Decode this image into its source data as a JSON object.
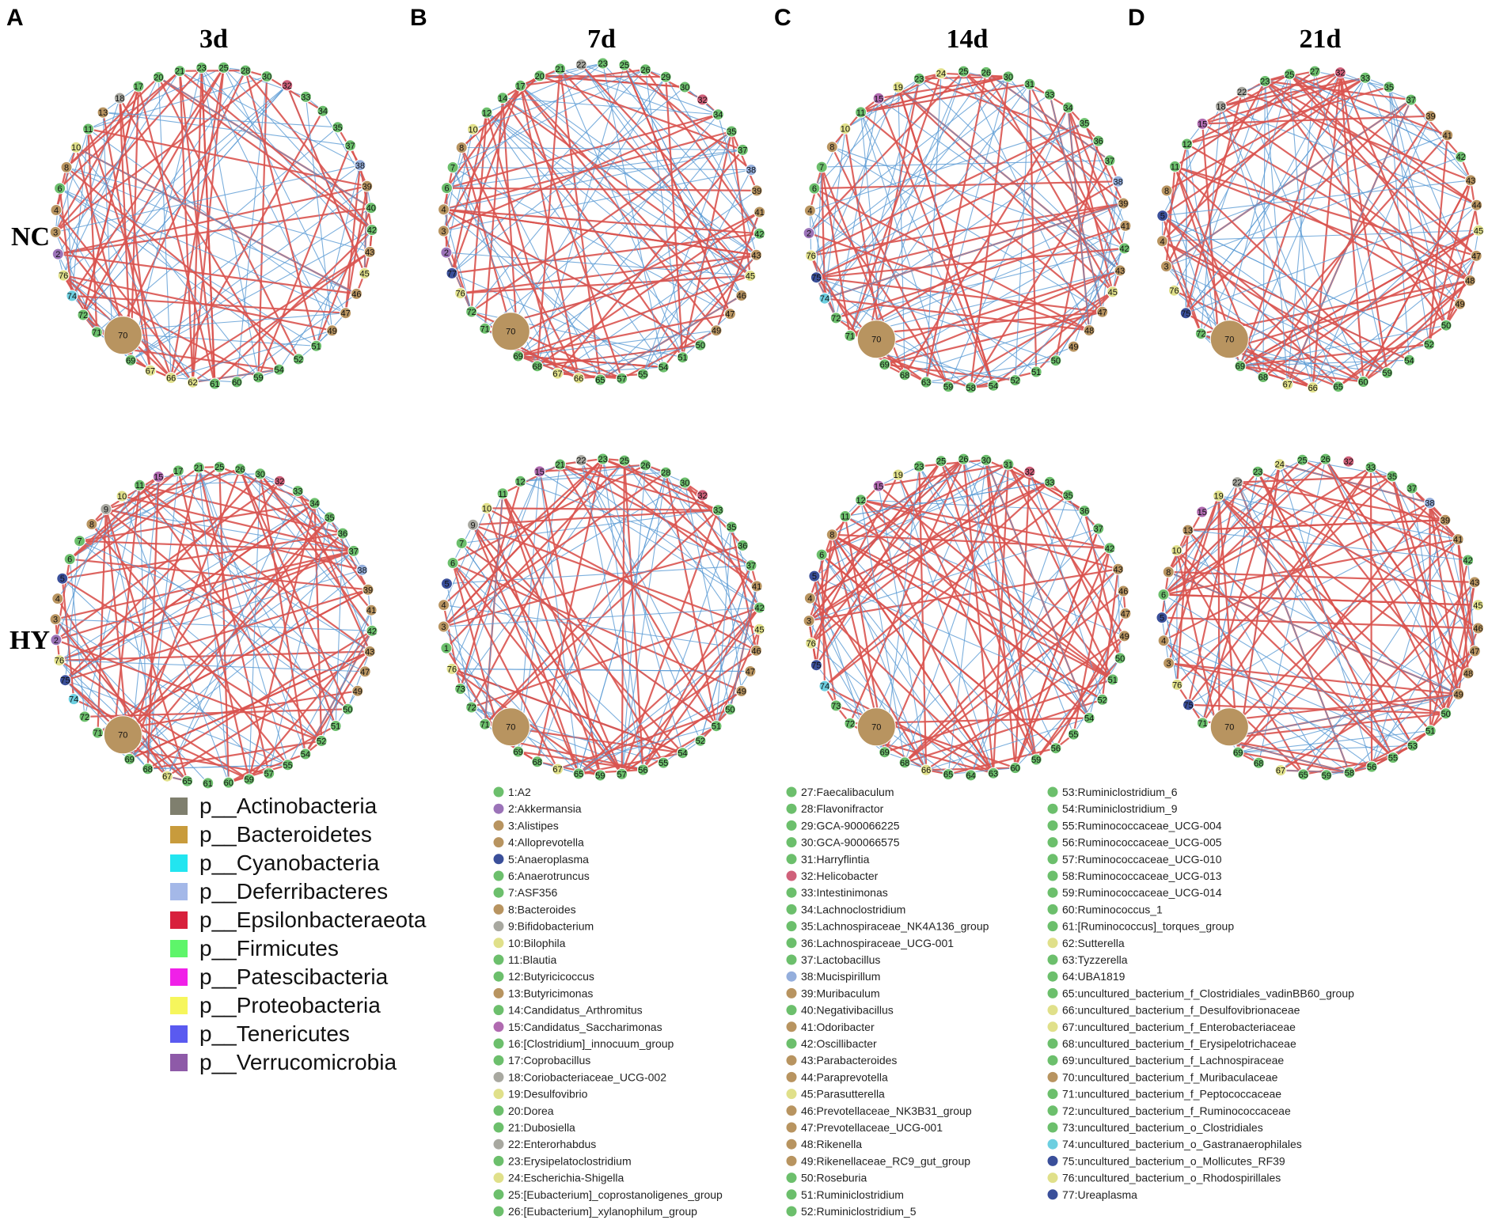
{
  "panels": [
    {
      "letter": "A",
      "title": "3d"
    },
    {
      "letter": "B",
      "title": "7d"
    },
    {
      "letter": "C",
      "title": "14d"
    },
    {
      "letter": "D",
      "title": "21d"
    }
  ],
  "rows": [
    {
      "label": "NC"
    },
    {
      "label": "HY"
    }
  ],
  "edge_colors": {
    "positive": "#d9534f",
    "negative": "#5b9bd5"
  },
  "networks": [
    {
      "panel": "A",
      "row": "NC",
      "nodes": [
        70,
        71,
        72,
        74,
        76,
        2,
        3,
        4,
        6,
        8,
        10,
        11,
        13,
        18,
        17,
        20,
        21,
        23,
        25,
        28,
        30,
        32,
        33,
        34,
        35,
        37,
        38,
        39,
        40,
        42,
        43,
        45,
        46,
        47,
        49,
        51,
        52,
        54,
        59,
        60,
        61,
        62,
        66,
        67,
        69
      ]
    },
    {
      "panel": "A",
      "row": "HY",
      "nodes": [
        70,
        71,
        72,
        74,
        75,
        76,
        2,
        3,
        4,
        5,
        6,
        7,
        8,
        9,
        10,
        11,
        15,
        17,
        21,
        25,
        26,
        30,
        32,
        33,
        34,
        35,
        36,
        37,
        38,
        39,
        41,
        42,
        43,
        47,
        49,
        50,
        51,
        52,
        54,
        55,
        57,
        59,
        60,
        61,
        65,
        67,
        68,
        69
      ]
    },
    {
      "panel": "B",
      "row": "NC",
      "nodes": [
        70,
        71,
        72,
        76,
        77,
        2,
        3,
        4,
        6,
        7,
        8,
        10,
        12,
        14,
        17,
        20,
        21,
        22,
        23,
        25,
        26,
        29,
        30,
        32,
        34,
        35,
        37,
        38,
        39,
        41,
        42,
        43,
        45,
        46,
        47,
        49,
        50,
        51,
        54,
        55,
        57,
        65,
        66,
        67,
        68,
        69
      ]
    },
    {
      "panel": "B",
      "row": "HY",
      "nodes": [
        70,
        71,
        72,
        73,
        76,
        1,
        3,
        4,
        5,
        6,
        7,
        9,
        10,
        11,
        12,
        15,
        21,
        22,
        23,
        25,
        26,
        28,
        30,
        32,
        33,
        35,
        36,
        37,
        41,
        42,
        45,
        46,
        47,
        49,
        50,
        51,
        52,
        54,
        55,
        56,
        57,
        59,
        65,
        67,
        68,
        69
      ]
    },
    {
      "panel": "C",
      "row": "NC",
      "nodes": [
        70,
        71,
        72,
        74,
        75,
        76,
        2,
        4,
        6,
        7,
        8,
        10,
        11,
        15,
        19,
        23,
        24,
        25,
        26,
        30,
        31,
        33,
        34,
        35,
        36,
        37,
        38,
        39,
        41,
        42,
        43,
        45,
        47,
        48,
        49,
        50,
        51,
        52,
        54,
        58,
        59,
        63,
        68,
        69
      ]
    },
    {
      "panel": "C",
      "row": "HY",
      "nodes": [
        70,
        72,
        73,
        74,
        75,
        76,
        3,
        4,
        5,
        6,
        8,
        11,
        12,
        15,
        19,
        23,
        25,
        26,
        30,
        31,
        32,
        33,
        35,
        36,
        37,
        42,
        43,
        46,
        47,
        49,
        50,
        51,
        52,
        54,
        55,
        56,
        59,
        60,
        63,
        64,
        65,
        66,
        68,
        69
      ]
    },
    {
      "panel": "D",
      "row": "NC",
      "nodes": [
        70,
        72,
        75,
        76,
        3,
        4,
        5,
        8,
        11,
        12,
        15,
        18,
        22,
        23,
        25,
        27,
        32,
        33,
        35,
        37,
        39,
        41,
        42,
        43,
        44,
        45,
        47,
        48,
        49,
        50,
        52,
        54,
        59,
        60,
        65,
        66,
        67,
        68,
        69
      ]
    },
    {
      "panel": "D",
      "row": "HY",
      "nodes": [
        70,
        71,
        75,
        76,
        3,
        4,
        5,
        6,
        8,
        10,
        13,
        15,
        19,
        22,
        23,
        24,
        25,
        26,
        32,
        33,
        35,
        37,
        38,
        39,
        41,
        42,
        43,
        45,
        46,
        47,
        48,
        49,
        50,
        51,
        53,
        55,
        56,
        58,
        59,
        65,
        67,
        68,
        69
      ]
    }
  ],
  "legend": {
    "phyla": [
      {
        "name": "p__Actinobacteria",
        "color": "#7f7f6e"
      },
      {
        "name": "p__Bacteroidetes",
        "color": "#c89b3c"
      },
      {
        "name": "p__Cyanobacteria",
        "color": "#22e5f0"
      },
      {
        "name": "p__Deferribacteres",
        "color": "#a4b8e8"
      },
      {
        "name": "p__Epsilonbacteraeota",
        "color": "#d8203c"
      },
      {
        "name": "p__Firmicutes",
        "color": "#5ef56a"
      },
      {
        "name": "p__Patescibacteria",
        "color": "#f020e8"
      },
      {
        "name": "p__Proteobacteria",
        "color": "#f6f65c"
      },
      {
        "name": "p__Tenericutes",
        "color": "#5a5af0"
      },
      {
        "name": "p__Verrucomicrobia",
        "color": "#8e5aa8"
      }
    ],
    "genera": [
      {
        "label": "1:A2",
        "color": "#6cbf6c"
      },
      {
        "label": "2:Akkermansia",
        "color": "#9b73b8"
      },
      {
        "label": "3:Alistipes",
        "color": "#b89460"
      },
      {
        "label": "4:Alloprevotella",
        "color": "#b89460"
      },
      {
        "label": "5:Anaeroplasma",
        "color": "#3a4f9a"
      },
      {
        "label": "6:Anaerotruncus",
        "color": "#6cbf6c"
      },
      {
        "label": "7:ASF356",
        "color": "#6cbf6c"
      },
      {
        "label": "8:Bacteroides",
        "color": "#b89460"
      },
      {
        "label": "9:Bifidobacterium",
        "color": "#a8a8a0"
      },
      {
        "label": "10:Bilophila",
        "color": "#e0e08a"
      },
      {
        "label": "11:Blautia",
        "color": "#6cbf6c"
      },
      {
        "label": "12:Butyricicoccus",
        "color": "#6cbf6c"
      },
      {
        "label": "13:Butyricimonas",
        "color": "#b89460"
      },
      {
        "label": "14:Candidatus_Arthromitus",
        "color": "#6cbf6c"
      },
      {
        "label": "15:Candidatus_Saccharimonas",
        "color": "#b06ab0"
      },
      {
        "label": "16:[Clostridium]_innocuum_group",
        "color": "#6cbf6c"
      },
      {
        "label": "17:Coprobacillus",
        "color": "#6cbf6c"
      },
      {
        "label": "18:Coriobacteriaceae_UCG-002",
        "color": "#a8a8a0"
      },
      {
        "label": "19:Desulfovibrio",
        "color": "#e0e08a"
      },
      {
        "label": "20:Dorea",
        "color": "#6cbf6c"
      },
      {
        "label": "21:Dubosiella",
        "color": "#6cbf6c"
      },
      {
        "label": "22:Enterorhabdus",
        "color": "#a8a8a0"
      },
      {
        "label": "23:Erysipelatoclostridium",
        "color": "#6cbf6c"
      },
      {
        "label": "24:Escherichia-Shigella",
        "color": "#e0e08a"
      },
      {
        "label": "25:[Eubacterium]_coprostanoligenes_group",
        "color": "#6cbf6c"
      },
      {
        "label": "26:[Eubacterium]_xylanophilum_group",
        "color": "#6cbf6c"
      },
      {
        "label": "27:Faecalibaculum",
        "color": "#6cbf6c"
      },
      {
        "label": "28:Flavonifractor",
        "color": "#6cbf6c"
      },
      {
        "label": "29:GCA-900066225",
        "color": "#6cbf6c"
      },
      {
        "label": "30:GCA-900066575",
        "color": "#6cbf6c"
      },
      {
        "label": "31:Harryflintia",
        "color": "#6cbf6c"
      },
      {
        "label": "32:Helicobacter",
        "color": "#d0607a"
      },
      {
        "label": "33:Intestinimonas",
        "color": "#6cbf6c"
      },
      {
        "label": "34:Lachnoclostridium",
        "color": "#6cbf6c"
      },
      {
        "label": "35:Lachnospiraceae_NK4A136_group",
        "color": "#6cbf6c"
      },
      {
        "label": "36:Lachnospiraceae_UCG-001",
        "color": "#6cbf6c"
      },
      {
        "label": "37:Lactobacillus",
        "color": "#6cbf6c"
      },
      {
        "label": "38:Mucispirillum",
        "color": "#94aedc"
      },
      {
        "label": "39:Muribaculum",
        "color": "#b89460"
      },
      {
        "label": "40:Negativibacillus",
        "color": "#6cbf6c"
      },
      {
        "label": "41:Odoribacter",
        "color": "#b89460"
      },
      {
        "label": "42:Oscillibacter",
        "color": "#6cbf6c"
      },
      {
        "label": "43:Parabacteroides",
        "color": "#b89460"
      },
      {
        "label": "44:Paraprevotella",
        "color": "#b89460"
      },
      {
        "label": "45:Parasutterella",
        "color": "#e0e08a"
      },
      {
        "label": "46:Prevotellaceae_NK3B31_group",
        "color": "#b89460"
      },
      {
        "label": "47:Prevotellaceae_UCG-001",
        "color": "#b89460"
      },
      {
        "label": "48:Rikenella",
        "color": "#b89460"
      },
      {
        "label": "49:Rikenellaceae_RC9_gut_group",
        "color": "#b89460"
      },
      {
        "label": "50:Roseburia",
        "color": "#6cbf6c"
      },
      {
        "label": "51:Ruminiclostridium",
        "color": "#6cbf6c"
      },
      {
        "label": "52:Ruminiclostridium_5",
        "color": "#6cbf6c"
      },
      {
        "label": "53:Ruminiclostridium_6",
        "color": "#6cbf6c"
      },
      {
        "label": "54:Ruminiclostridium_9",
        "color": "#6cbf6c"
      },
      {
        "label": "55:Ruminococcaceae_UCG-004",
        "color": "#6cbf6c"
      },
      {
        "label": "56:Ruminococcaceae_UCG-005",
        "color": "#6cbf6c"
      },
      {
        "label": "57:Ruminococcaceae_UCG-010",
        "color": "#6cbf6c"
      },
      {
        "label": "58:Ruminococcaceae_UCG-013",
        "color": "#6cbf6c"
      },
      {
        "label": "59:Ruminococcaceae_UCG-014",
        "color": "#6cbf6c"
      },
      {
        "label": "60:Ruminococcus_1",
        "color": "#6cbf6c"
      },
      {
        "label": "61:[Ruminococcus]_torques_group",
        "color": "#6cbf6c"
      },
      {
        "label": "62:Sutterella",
        "color": "#e0e08a"
      },
      {
        "label": "63:Tyzzerella",
        "color": "#6cbf6c"
      },
      {
        "label": "64:UBA1819",
        "color": "#6cbf6c"
      },
      {
        "label": "65:uncultured_bacterium_f_Clostridiales_vadinBB60_group",
        "color": "#6cbf6c"
      },
      {
        "label": "66:uncultured_bacterium_f_Desulfovibrionaceae",
        "color": "#e0e08a"
      },
      {
        "label": "67:uncultured_bacterium_f_Enterobacteriaceae",
        "color": "#e0e08a"
      },
      {
        "label": "68:uncultured_bacterium_f_Erysipelotrichaceae",
        "color": "#6cbf6c"
      },
      {
        "label": "69:uncultured_bacterium_f_Lachnospiraceae",
        "color": "#6cbf6c"
      },
      {
        "label": "70:uncultured_bacterium_f_Muribaculaceae",
        "color": "#b89460"
      },
      {
        "label": "71:uncultured_bacterium_f_Peptococcaceae",
        "color": "#6cbf6c"
      },
      {
        "label": "72:uncultured_bacterium_f_Ruminococcaceae",
        "color": "#6cbf6c"
      },
      {
        "label": "73:uncultured_bacterium_o_Clostridiales",
        "color": "#6cbf6c"
      },
      {
        "label": "74:uncultured_bacterium_o_Gastranaerophilales",
        "color": "#6ccfe0"
      },
      {
        "label": "75:uncultured_bacterium_o_Mollicutes_RF39",
        "color": "#3a4f9a"
      },
      {
        "label": "76:uncultured_bacterium_o_Rhodospirillales",
        "color": "#e0e08a"
      },
      {
        "label": "77:Ureaplasma",
        "color": "#3a4f9a"
      }
    ]
  }
}
